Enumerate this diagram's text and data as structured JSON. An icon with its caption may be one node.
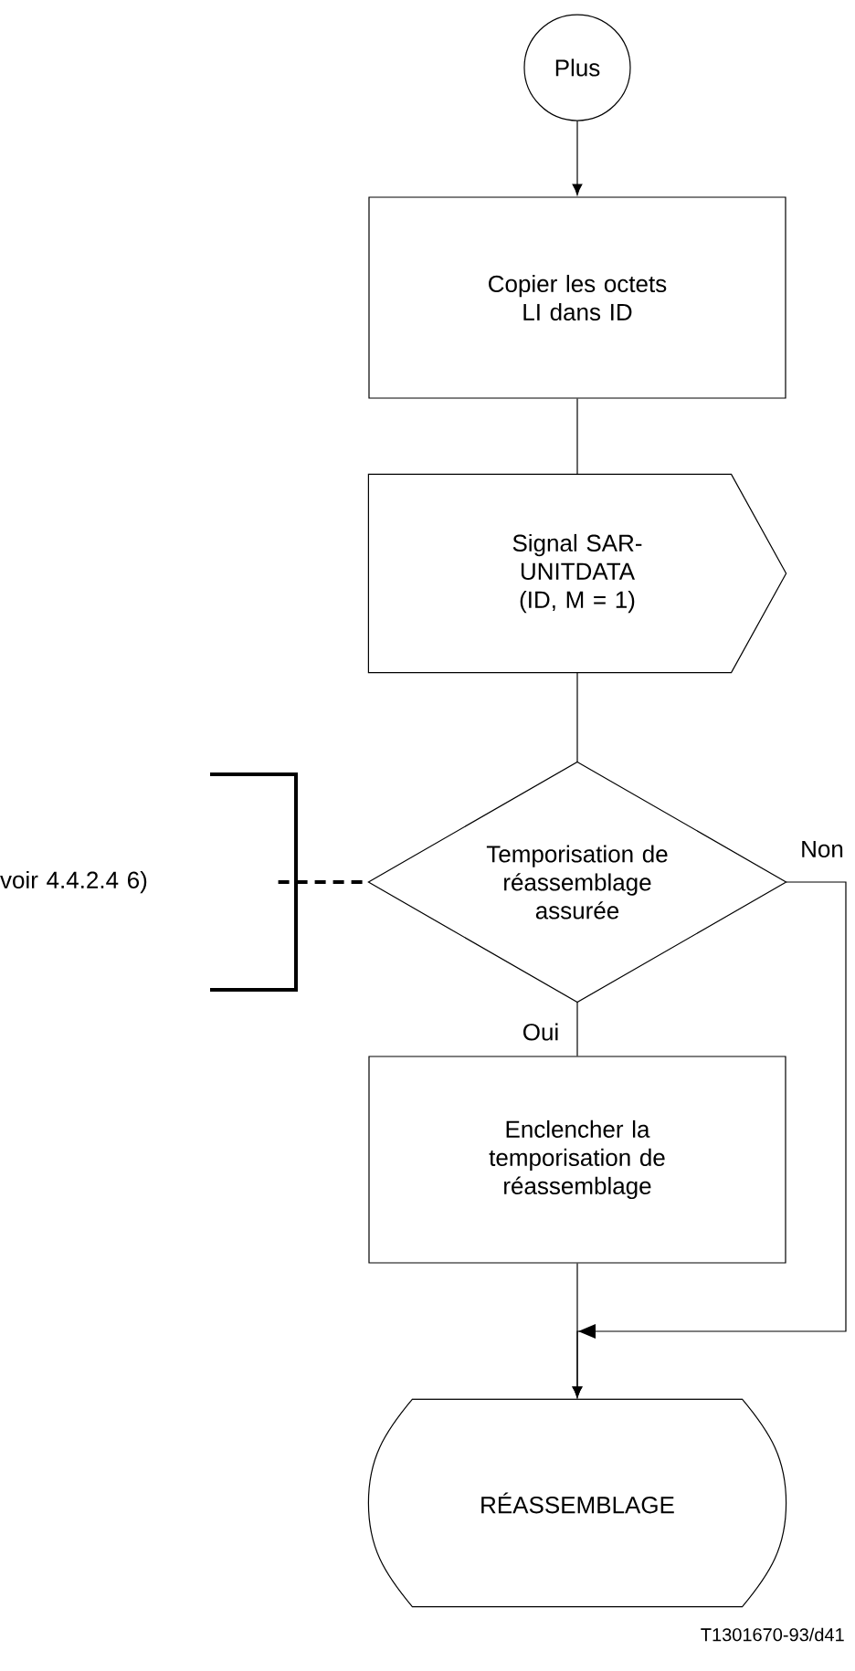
{
  "diagram": {
    "nodes": [
      {
        "text": [
          "Plus"
        ]
      },
      {
        "text": [
          "Copier les octets LI dans ID"
        ]
      },
      {
        "text": [
          "Signal SAR-UNITDATA (ID, M = 1)"
        ]
      },
      {
        "text": [
          "Temporisation de réassemblage assurée"
        ]
      },
      {
        "text": [
          "Enclencher la temporisation de réassemblage"
        ]
      },
      {
        "text": [
          "RÉASSEMBLAGE"
        ]
      },
      {
        "text": [
          "voir 4.4.2.4 6)"
        ]
      }
    ],
    "edges": [
      {
        "from": 0,
        "to": 1,
        "arrow": "to"
      },
      {
        "from": 1,
        "to": 2,
        "arrow": "none"
      },
      {
        "from": 2,
        "to": 3,
        "arrow": "none"
      },
      {
        "from": 3,
        "to": 4,
        "arrow": "none",
        "label": "Oui"
      },
      {
        "from": 3,
        "to": 5,
        "arrow": "to",
        "label": "Non"
      },
      {
        "from": 4,
        "to": 5,
        "arrow": "to"
      },
      {
        "from": 6,
        "to": 3,
        "arrow": "none",
        "style": "dashed"
      }
    ],
    "labels": [
      "T1301670-93/d41"
    ]
  }
}
